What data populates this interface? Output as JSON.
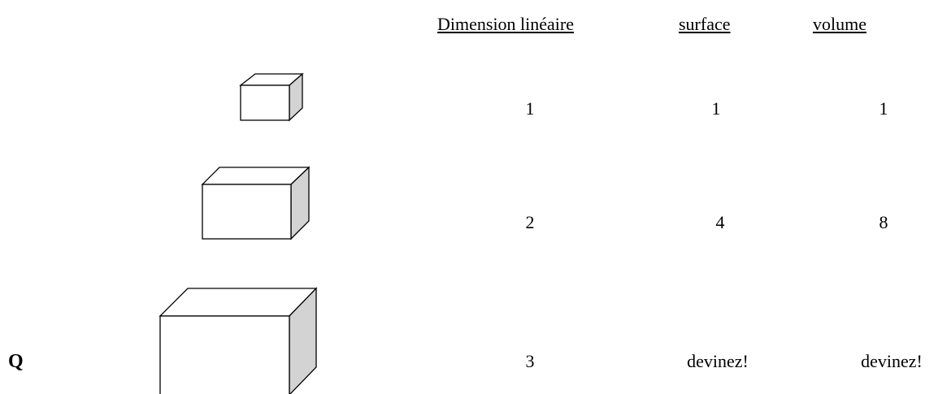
{
  "headers": {
    "linear": "Dimension linéaire",
    "surface": "surface",
    "volume": "volume"
  },
  "rows": [
    {
      "linear": "1",
      "surface": "1",
      "volume": "1"
    },
    {
      "linear": "2",
      "surface": "4",
      "volume": "8"
    },
    {
      "linear": "3",
      "surface": "devinez!",
      "volume": "devinez!"
    }
  ],
  "question_label": "Q",
  "colors": {
    "stroke": "#000000",
    "front_face": "#ffffff",
    "side_face": "#d3d3d3"
  }
}
